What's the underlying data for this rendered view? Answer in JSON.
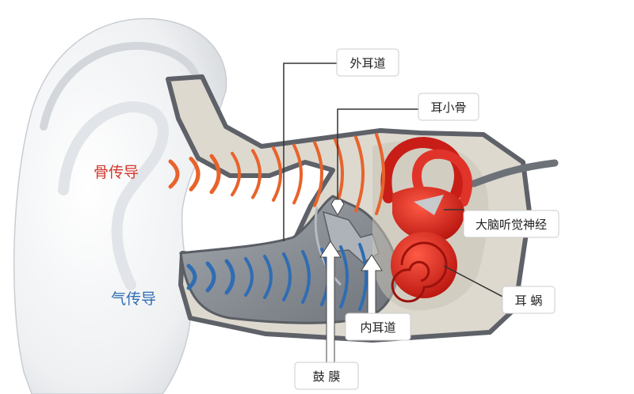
{
  "labels": {
    "bone_conduction": "骨传导",
    "air_conduction": "气传导",
    "outer_ear_canal": "外耳道",
    "ossicles": "耳小骨",
    "auditory_nerve": "大脑听觉神经",
    "cochlea": "耳 蜗",
    "inner_ear_canal": "内耳道",
    "eardrum": "鼓 膜"
  },
  "colors": {
    "bone_wave": "#e8632b",
    "air_wave": "#2f6db3",
    "bone_text": "#d2372c",
    "air_text": "#2f6db3",
    "inner_ear": "#d8271f",
    "tissue": "#ddd9cf",
    "canal": "#8b9097"
  }
}
